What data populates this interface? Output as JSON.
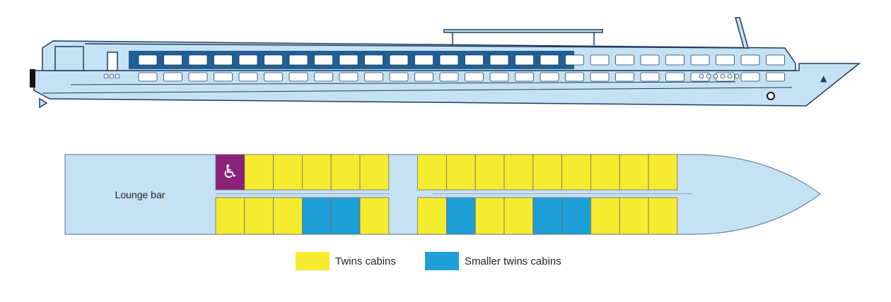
{
  "colors": {
    "hull": "#c5e2f5",
    "outline": "#1e3b5e",
    "window_band": "#1f5f95",
    "twins": "#f6ec2f",
    "smaller": "#1f9fd8",
    "accessible": "#8b2279",
    "deck": "#c5e2f5"
  },
  "deck": {
    "lounge_label": "Lounge bar",
    "accessible_icon": "wheelchair-icon",
    "top_row": [
      "accessible",
      "twins",
      "twins",
      "twins",
      "twins",
      "twins",
      "gap",
      "twins",
      "twins",
      "twins",
      "twins",
      "twins",
      "twins",
      "twins",
      "twins",
      "twins"
    ],
    "bottom_row": [
      "twins",
      "twins",
      "twins",
      "smaller",
      "smaller",
      "twins",
      "gap",
      "twins",
      "smaller",
      "twins",
      "twins",
      "smaller",
      "smaller",
      "twins",
      "twins",
      "twins"
    ]
  },
  "legend": [
    {
      "key": "twins",
      "label": "Twins cabins"
    },
    {
      "key": "smaller",
      "label": "Smaller twins cabins"
    }
  ]
}
